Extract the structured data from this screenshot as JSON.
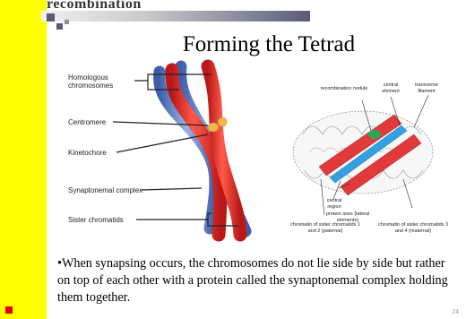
{
  "slide": {
    "top_label": "recombination",
    "title": "Forming the Tetrad",
    "body": "•When synapsing occurs, the chromosomes do not lie side by side but rather on top of each other with a protein called the synaptonemal complex holding them together.",
    "page_number": "24"
  },
  "diagram_left": {
    "labels": {
      "homologous": "Homologous chromosomes",
      "centromere": "Centromere",
      "kinetochore": "Kinetochore",
      "synaptonemal": "Synaptonemal complex",
      "sister": "Sister chromatids"
    }
  },
  "diagram_right": {
    "labels": {
      "recombination_nodule": "recombination nodule",
      "central_element": "central element",
      "transverse_filament": "transverse filament",
      "central_region": "central region",
      "protein_axes": "protein axes (lateral elements)",
      "chromatin_paternal": "chromatin of sister chromatids 1 and 2 (paternal)",
      "chromatin_maternal": "chromatin of sister chromatids 3 and 4 (maternal)"
    }
  },
  "colors": {
    "band": "#ffff00",
    "chromosome_red": "#e03030",
    "chromosome_blue": "#6f8fc8",
    "centromere": "#f2b64a",
    "central_element": "#33a0e0",
    "nodule": "#22aa55"
  }
}
